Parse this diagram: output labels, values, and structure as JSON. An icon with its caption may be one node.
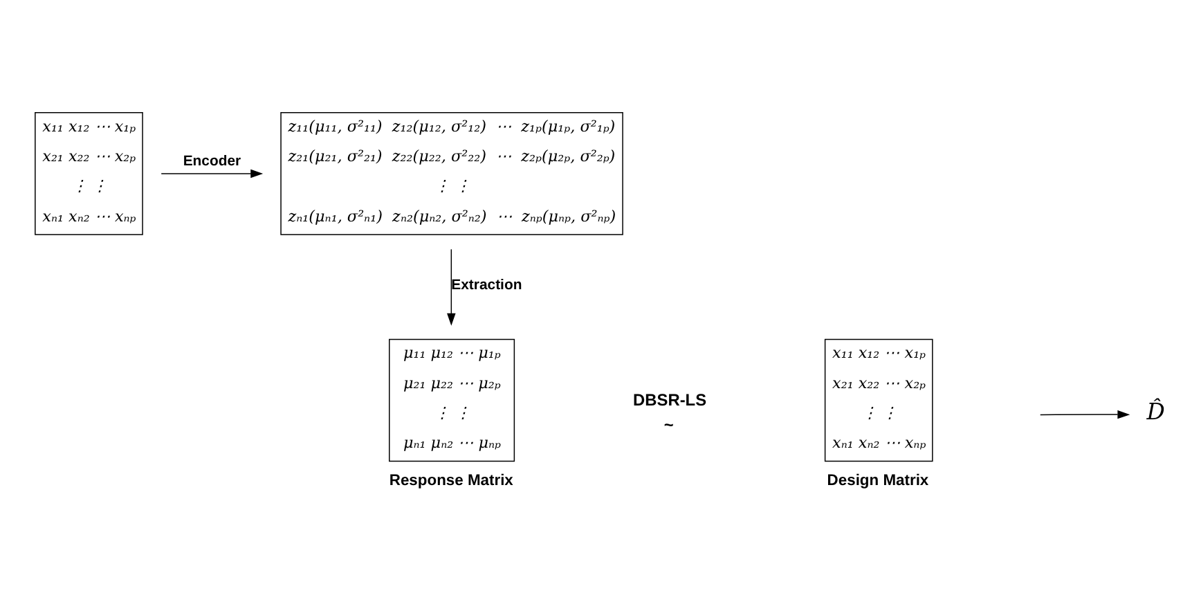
{
  "diagram": {
    "nodes": [
      {
        "text": [
          "x₁₁ x₁₂ ⋯ x₁ₚ",
          "x₂₁ x₂₂ ⋯ x₂ₚ",
          "⋮ ⋮",
          "xₙ₁ xₙ₂ ⋯ xₙₚ"
        ]
      },
      {
        "text": [
          "z₁₁(μ₁₁, σ²₁₁)  z₁₂(μ₁₂, σ²₁₂)  ⋯  z₁ₚ(μ₁ₚ, σ²₁ₚ)",
          "z₂₁(μ₂₁, σ²₂₁)  z₂₂(μ₂₂, σ²₂₂)  ⋯  z₂ₚ(μ₂ₚ, σ²₂ₚ)",
          "⋮ ⋮",
          "zₙ₁(μₙ₁, σ²ₙ₁)  zₙ₂(μₙ₂, σ²ₙ₂)  ⋯  zₙₚ(μₙₚ, σ²ₙₚ)"
        ]
      },
      {
        "text": [
          "μ₁₁ μ₁₂ ⋯ μ₁ₚ",
          "μ₂₁ μ₂₂ ⋯ μ₂ₚ",
          "⋮ ⋮",
          "μₙ₁ μₙ₂ ⋯ μₙₚ"
        ],
        "beside": [
          "Response Matrix"
        ]
      },
      {
        "text": [
          "x₁₁ x₁₂ ⋯ x₁ₚ",
          "x₂₁ x₂₂ ⋯ x₂ₚ",
          "⋮ ⋮",
          "xₙ₁ xₙ₂ ⋯ xₙₚ"
        ],
        "beside": [
          "Design Matrix"
        ]
      },
      {
        "text": [
          "D̂"
        ]
      }
    ],
    "edges": [
      {
        "from": 0,
        "to": 1,
        "arrow": "to",
        "label": "Encoder"
      },
      {
        "from": 1,
        "to": 2,
        "arrow": "to",
        "label": "Extraction"
      },
      {
        "from": null,
        "to": 4,
        "arrow": "to"
      }
    ],
    "labels": [
      "DBSR-LS",
      "~"
    ]
  }
}
